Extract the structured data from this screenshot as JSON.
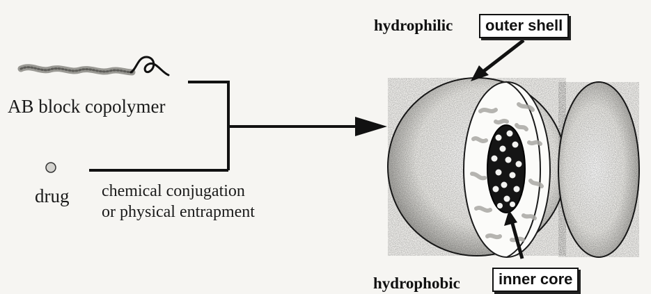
{
  "diagram": {
    "copolymer_label": "AB block copolymer",
    "drug_label": "drug",
    "process_label_line1": "chemical conjugation",
    "process_label_line2": "or physical entrapment",
    "shell_prefix": "hydrophilic",
    "shell_box": "outer shell",
    "core_prefix": "hydrophobic",
    "core_box": "inner core"
  }
}
